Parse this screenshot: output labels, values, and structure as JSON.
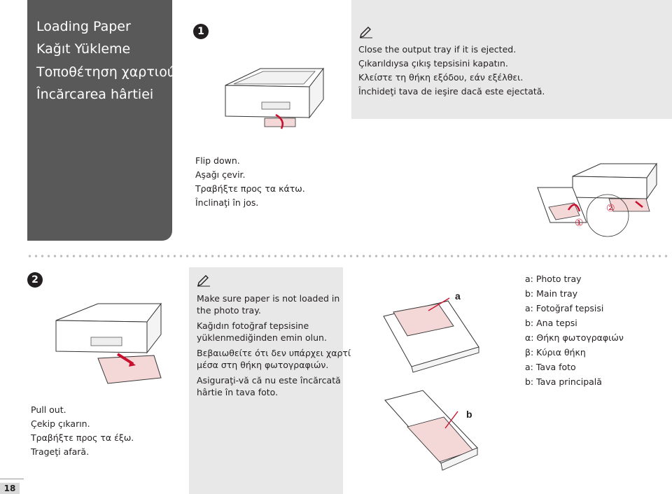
{
  "title": {
    "lines": [
      "Loading Paper",
      "Kağıt Yükleme",
      "Τοποθέτηση χαρτιού",
      "Încărcarea hârtiei"
    ]
  },
  "steps": {
    "one": "1",
    "two": "2"
  },
  "step1": {
    "note": [
      "Close the output tray if it is ejected.",
      "Çıkarıldıysa çıkış tepsisini kapatın.",
      "Κλείστε τη θήκη εξόδου, εάν εξέλθει.",
      "Închideţi tava de ieşire dacă este ejectată."
    ],
    "instruction": [
      "Flip down.",
      "Aşağı çevir.",
      "Τραβήξτε προς τα κάτω.",
      "Înclinaţi în jos."
    ],
    "markers": {
      "first": "①",
      "second": "②"
    }
  },
  "step2": {
    "instruction": [
      "Pull out.",
      "Çekip çıkarın.",
      "Τραβήξτε προς τα έξω.",
      "Trageţi afară."
    ],
    "note": [
      "Make sure paper is not loaded in",
      "the photo tray.",
      "Kağıdın fotoğraf tepsisine",
      "yüklenmediğinden emin olun.",
      "Βεβαιωθείτε ότι δεν υπάρχει χαρτί",
      "μέσα στη θήκη φωτογραφιών.",
      "Asiguraţi-vă că nu este încărcată",
      "hârtie în tava foto."
    ],
    "label_a": "a",
    "label_b": "b",
    "legend": [
      "a: Photo tray",
      "b: Main tray",
      "a: Fotoğraf tepsisi",
      "b: Ana tepsi",
      "α: Θήκη φωτογραφιών",
      "β: Κύρια θήκη",
      "a: Tava foto",
      "b: Tava principală"
    ]
  },
  "page_number": "18",
  "colors": {
    "accent": "#c8102e",
    "panel": "#595959",
    "note_box": "#e8e8e8",
    "tray_fill": "#f4d7d7"
  }
}
